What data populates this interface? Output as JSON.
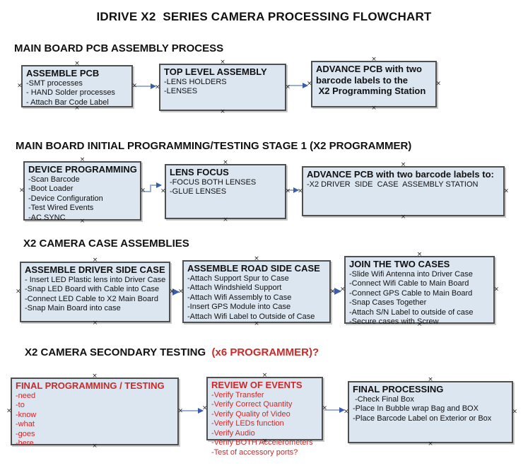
{
  "title": "IDRIVE X2  SERIES CAMERA PROCESSING FLOWCHART",
  "colors": {
    "box_fill": "#dce6f1",
    "box_border": "#4f4f4f",
    "red": "#cc2929",
    "connector_line": "#8ea6c8",
    "connector_head": "#3b5ca8",
    "ink": "#111111"
  },
  "sections": [
    {
      "heading": "MAIN BOARD PCB ASSEMBLY PROCESS",
      "boxes": [
        {
          "title": "ASSEMBLE PCB",
          "lines": [
            "-SMT processes",
            "- HAND Solder processes",
            "- Attach Bar Code Label"
          ]
        },
        {
          "title": "TOP LEVEL ASSEMBLY",
          "lines": [
            "-LENS HOLDERS",
            "-LENSES"
          ]
        },
        {
          "title": "ADVANCE PCB with two\nbarcode labels to the\n X2 Programming Station",
          "lines": []
        }
      ]
    },
    {
      "heading": "MAIN BOARD INITIAL PROGRAMMING/TESTING STAGE 1 (X2 PROGRAMMER)",
      "boxes": [
        {
          "title": "DEVICE PROGRAMMING",
          "lines": [
            "-Scan Barcode",
            "-Boot Loader",
            "-Device Configuration",
            "-Test Wired Events",
            "-AC SYNC"
          ]
        },
        {
          "title": "LENS FOCUS",
          "lines": [
            "-FOCUS BOTH LENSES",
            "-GLUE LENSES"
          ]
        },
        {
          "title": "ADVANCE PCB with two barcode labels to:",
          "lines": [
            "-X2 DRIVER  SIDE  CASE  ASSEMBLY STATION"
          ]
        }
      ]
    },
    {
      "heading": "X2 CAMERA CASE ASSEMBLIES",
      "boxes": [
        {
          "title": "ASSEMBLE DRIVER SIDE CASE",
          "lines": [
            "- Insert LED Plastic lens into Driver Case",
            "-Snap LED Board with Cable into Case",
            "-Connect LED Cable to X2 Main Board",
            "-Snap Main Board into case"
          ]
        },
        {
          "title": "ASSEMBLE ROAD SIDE CASE",
          "lines": [
            "-Attach Support Spur to Case",
            "-Attach Windshield Support",
            "-Attach Wifi Assembly to Case",
            "-Insert GPS Module into Case",
            "-Attach Wifi Label to Outside of Case"
          ]
        },
        {
          "title": "JOIN THE TWO CASES",
          "lines": [
            "-Slide Wifi Antenna into Driver Case",
            "-Connect Wifi Cable to Main Board",
            "-Connect GPS Cable to Main Board",
            "-Snap Cases Together",
            "-Attach S/N Label to outside of case",
            "-Secure cases with Screw"
          ]
        }
      ]
    },
    {
      "heading": "X2 CAMERA SECONDARY TESTING  ",
      "heading_suffix": "(x6 PROGRAMMER)?",
      "boxes": [
        {
          "title": "FINAL PROGRAMMING / TESTING",
          "lines": [
            "-need",
            "-to",
            "-know",
            "-what",
            "-goes",
            "-here"
          ]
        },
        {
          "title": "REVIEW OF EVENTS",
          "lines": [
            "-Verify Transfer",
            "-Verify Correct Quantity",
            "-Verify Quality of Video",
            "-Verify LEDs function",
            "-Verify Audio",
            "-Verify BOTH Accelerometers",
            "-Test of accessory ports?"
          ]
        },
        {
          "title": "FINAL PROCESSING",
          "lines": [
            " -Check Final Box",
            "-Place In Bubble wrap Bag and BOX",
            "-Place Barcode Label on Exterior or Box"
          ]
        }
      ]
    }
  ]
}
